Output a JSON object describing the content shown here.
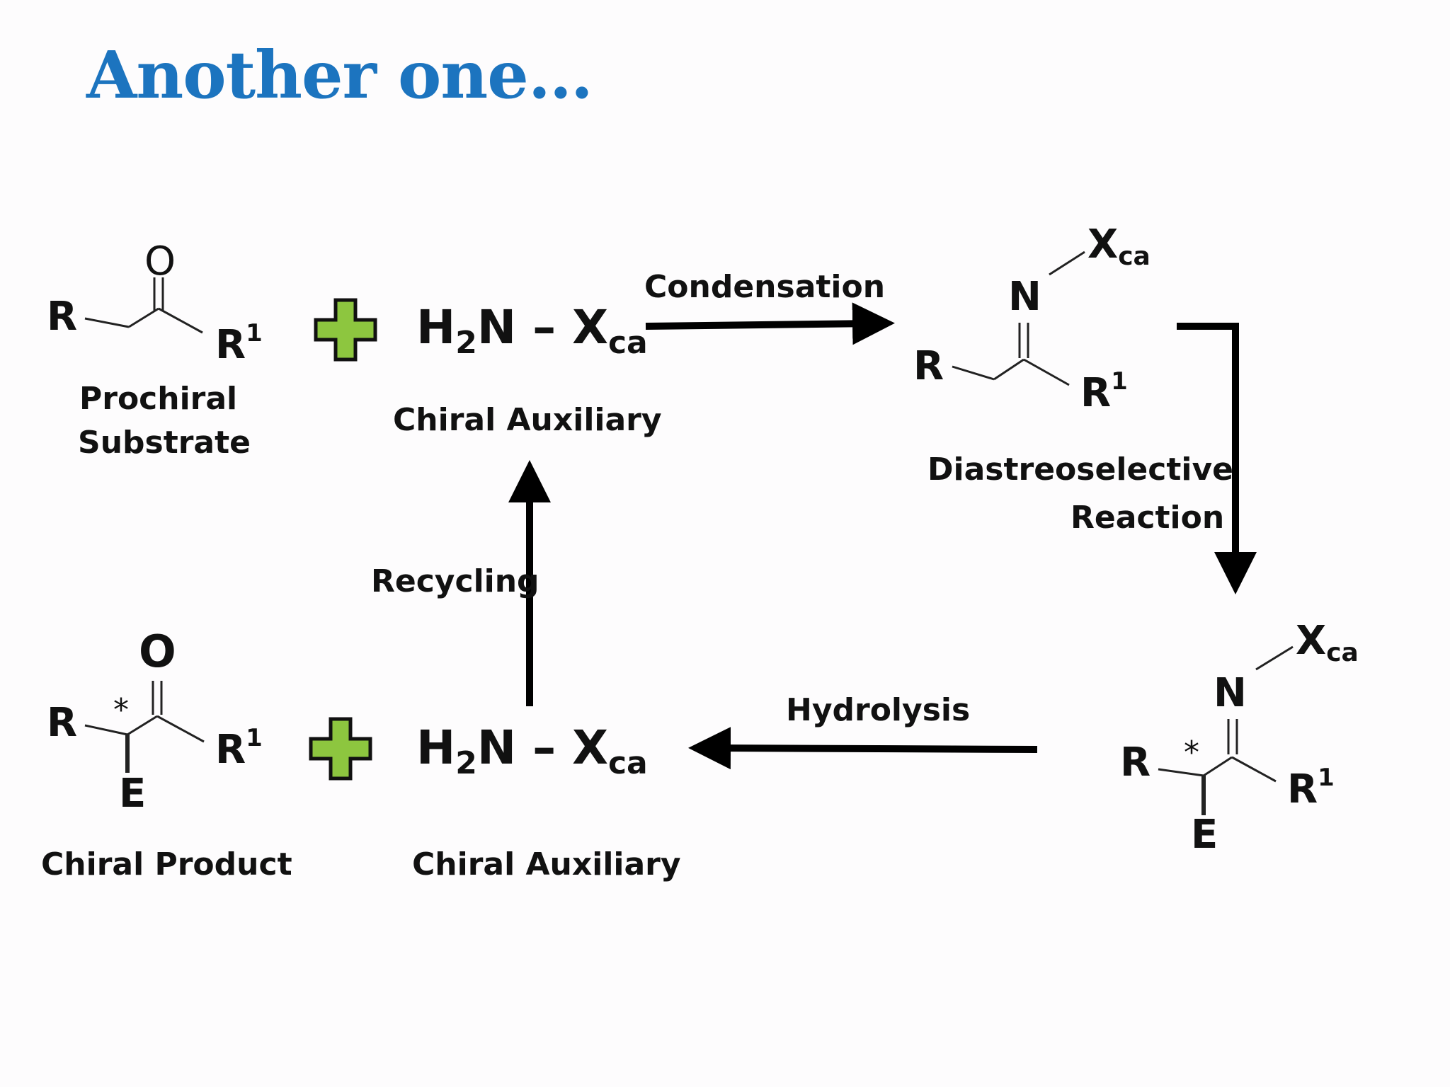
{
  "slide": {
    "title": "Another one…"
  },
  "scheme": {
    "prochiral_substrate": {
      "label_line1": "Prochiral",
      "label_line2": "Substrate",
      "atoms": {
        "o": "O",
        "r": "R",
        "r1": "R",
        "r1_sup": "1"
      }
    },
    "chiral_auxiliary_top": {
      "formula_h": "H",
      "formula_sub2": "2",
      "formula_rest": "N – X",
      "formula_ca": "ca",
      "label": "Chiral Auxiliary"
    },
    "condensation": {
      "label": "Condensation"
    },
    "imine_top": {
      "atoms": {
        "x": "X",
        "x_sub": "ca",
        "n": "N",
        "r": "R",
        "r1": "R",
        "r1_sup": "1"
      }
    },
    "diastereoselective": {
      "label_line1": "Diastreoselective",
      "label_line2": "Reaction"
    },
    "imine_bottom": {
      "atoms": {
        "x": "X",
        "x_sub": "ca",
        "n": "N",
        "r": "R",
        "star": "*",
        "r1": "R",
        "r1_sup": "1",
        "e": "E"
      }
    },
    "hydrolysis": {
      "label": "Hydrolysis"
    },
    "recycling": {
      "label": "Recycling"
    },
    "chiral_auxiliary_bottom": {
      "formula_h": "H",
      "formula_sub2": "2",
      "formula_rest": "N – X",
      "formula_ca": "ca",
      "label": "Chiral Auxiliary"
    },
    "chiral_product": {
      "label": "Chiral Product",
      "atoms": {
        "o": "O",
        "r": "R",
        "star": "*",
        "r1": "R",
        "r1_sup": "1",
        "e": "E"
      }
    },
    "plus_color": "#8dc63f",
    "arrow_color": "#000000",
    "title_color": "#1c74bf"
  }
}
